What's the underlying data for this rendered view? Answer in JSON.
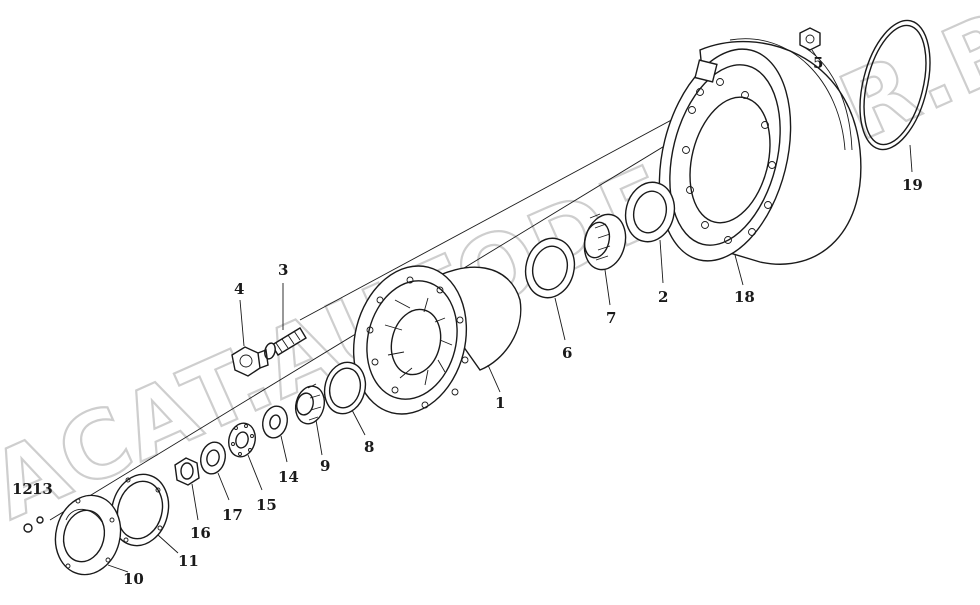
{
  "watermark": "ACAT.AUTODEALER.RU",
  "callouts": {
    "c1": "1",
    "c2": "2",
    "c3": "3",
    "c4": "4",
    "c5": "5",
    "c6": "6",
    "c7": "7",
    "c8": "8",
    "c9": "9",
    "c10": "10",
    "c11": "11",
    "c12": "12",
    "c13": "13",
    "c14": "14",
    "c15": "15",
    "c16": "16",
    "c17": "17",
    "c18": "18",
    "c19": "19"
  }
}
